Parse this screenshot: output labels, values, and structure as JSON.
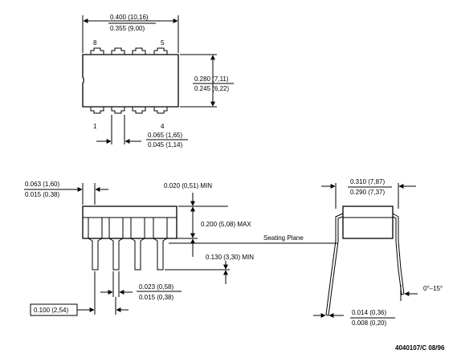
{
  "top_view": {
    "pin_labels": {
      "pin8": "8",
      "pin5": "5",
      "pin1": "1",
      "pin4": "4"
    },
    "length_dim": {
      "max": "0.400 (10,16)",
      "min": "0.355 (9,00)"
    },
    "width_dim": {
      "max": "0.280 (7,11)",
      "min": "0.245 (6,22)"
    },
    "lead_width_dim": {
      "max": "0.065 (1,65)",
      "min": "0.045 (1,14)"
    }
  },
  "side_view": {
    "standoff_dim": {
      "max": "0.063 (1,60)",
      "min": "0.015 (0,38)"
    },
    "min_clearance": "0.020 (0,51) MIN",
    "height_max": "0.200 (5,08) MAX",
    "seating_plane": "Seating Plane",
    "lead_length_min": "0.130 (3,30) MIN",
    "lead_thickness_dim": {
      "max": "0.023 (0,58)",
      "min": "0.015 (0,38)"
    },
    "pitch": "0.100 (2,54)"
  },
  "end_view": {
    "row_spacing_dim": {
      "max": "0.310 (7,87)",
      "min": "0.290 (7,37)"
    },
    "lead_angle": "0°–15°",
    "lead_tip_dim": {
      "max": "0.014 (0,36)",
      "min": "0.008 (0,20)"
    }
  },
  "footer": {
    "drawing_number": "4040107/C 08/96"
  }
}
